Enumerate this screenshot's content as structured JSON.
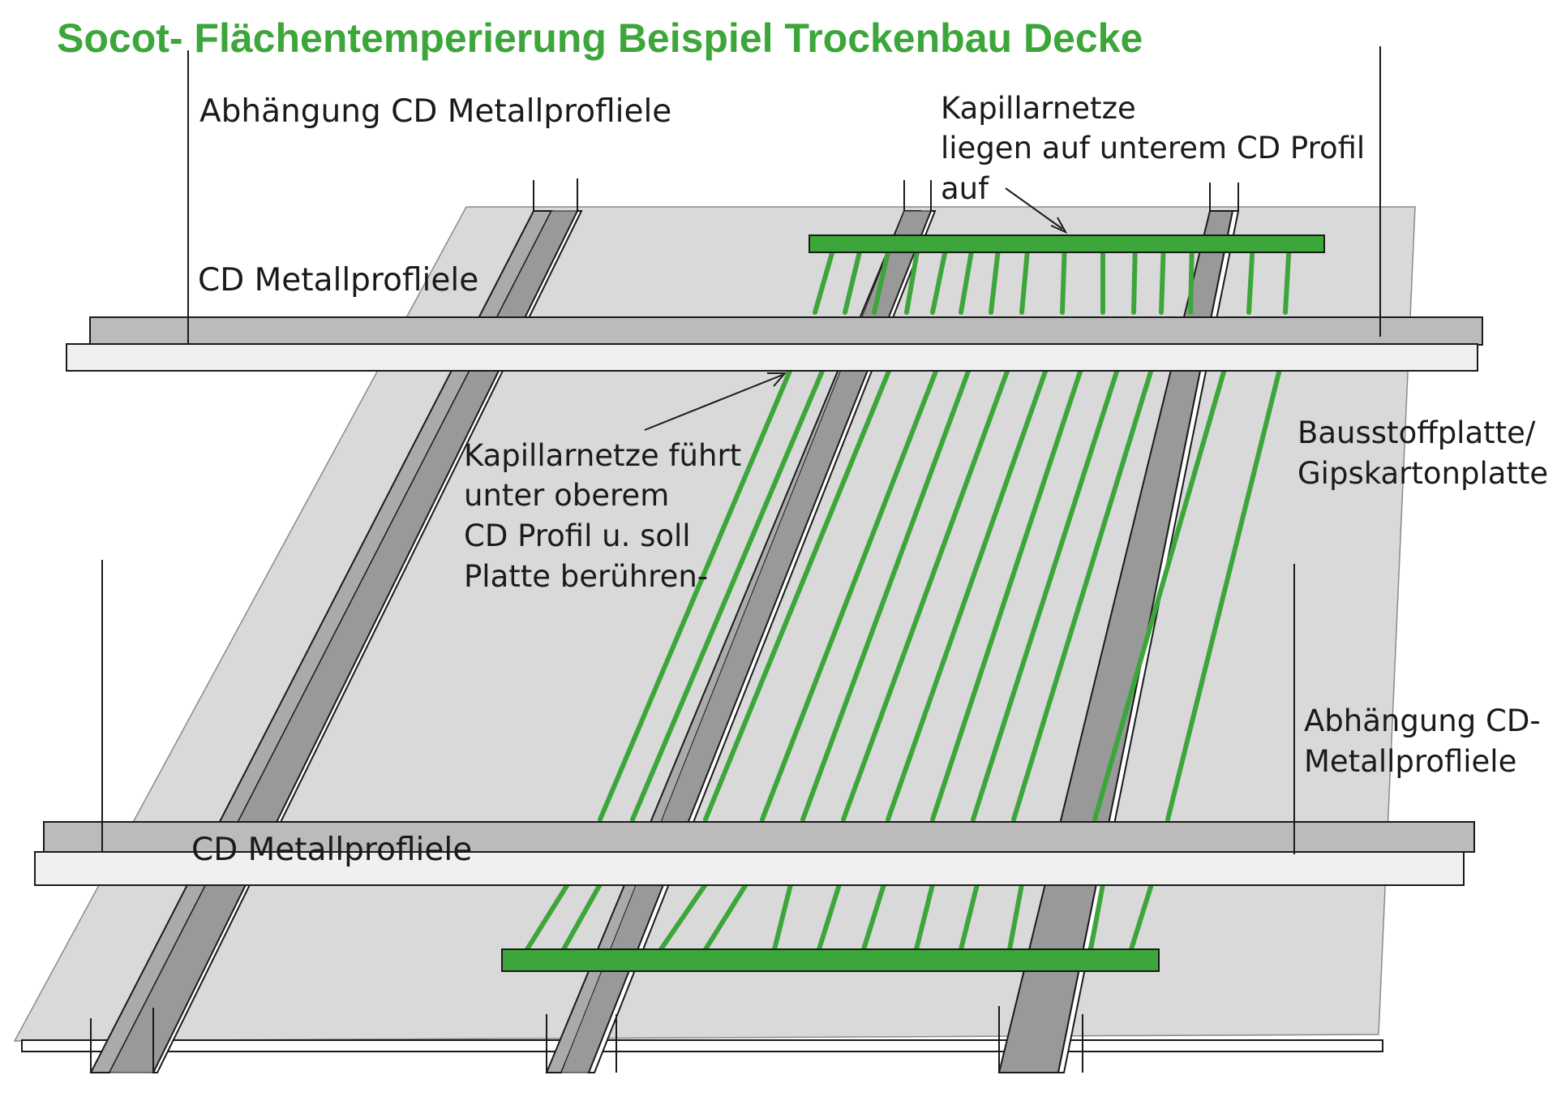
{
  "title": "Socot- Flächentemperierung Beispiel Trockenbau Decke",
  "labels": {
    "suspension_top": "Abhängung CD Metallprofliele",
    "cd_profile_top": "CD Metallprofliele",
    "capillary_top": [
      "Kapillarnetze",
      "liegen auf unterem CD Profil",
      "auf"
    ],
    "capillary_middle": [
      "Kapillarnetze führt",
      "unter oberem",
      "CD Profil u. soll",
      "Platte berühren-"
    ],
    "board": [
      "Bausstoffplatte/",
      "Gipskartonplatte"
    ],
    "suspension_bottom": [
      "Abhängung CD-",
      "Metallprofliele"
    ],
    "cd_profile_bottom": "CD Metallprofliele"
  },
  "colors": {
    "title": "#3da63a",
    "green": "#3da63a",
    "board": "#d9d9d9",
    "profile_dark": "#999999",
    "profile_mid": "#b0b0b0",
    "rail_top": "#bbbbbb",
    "rail_face": "#f0f0f0",
    "line": "#1a1a1a"
  }
}
